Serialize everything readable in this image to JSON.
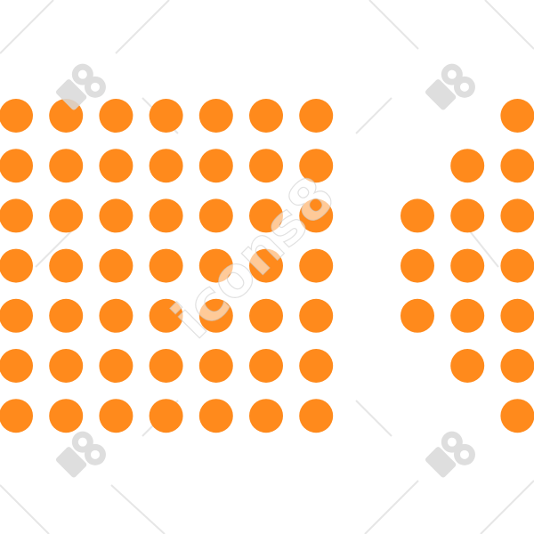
{
  "illustration": {
    "subject": "dot-grid-icon",
    "dot_color": "#FF8A1C",
    "background_color": "#FFFFFF",
    "main_grid": {
      "rows": 7,
      "columns": 7
    },
    "side_pattern": {
      "column_counts": [
        3,
        5,
        7
      ]
    }
  },
  "watermark": {
    "text": "icons8",
    "logo_count": 4,
    "color": "#D9D9D9"
  }
}
